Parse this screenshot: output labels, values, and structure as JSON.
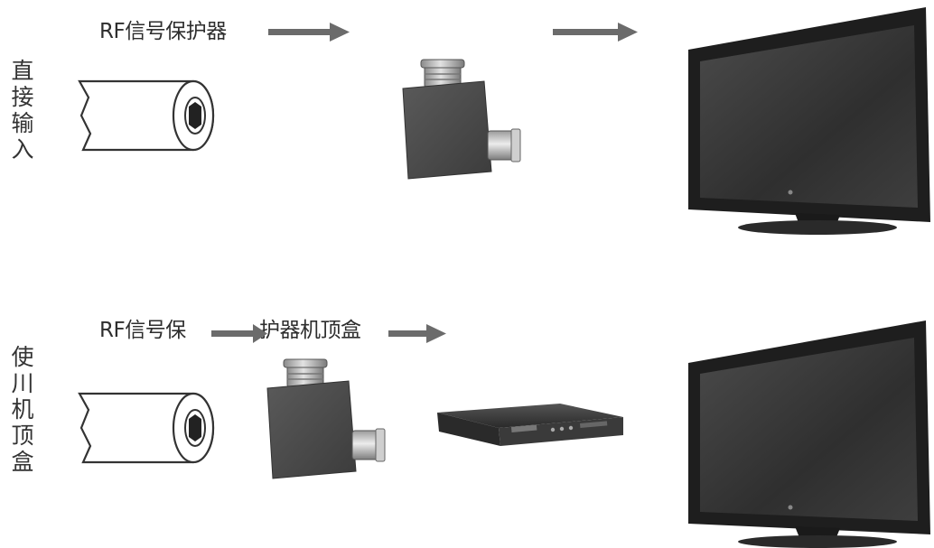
{
  "rows": [
    {
      "id": "direct",
      "side_label": [
        "直",
        "接",
        "输",
        "入"
      ],
      "caption": "RF信号保护器"
    },
    {
      "id": "stb",
      "side_label": [
        "使",
        "川",
        "机",
        "顶",
        "盒"
      ],
      "caption_a": "RF信号保",
      "caption_b": "护器机顶盒"
    }
  ],
  "colors": {
    "arrow": "#6b6b6b",
    "device": "#4a4a4a",
    "tv_frame": "#1e1e1e",
    "tv_screen": "#3a3a3a"
  }
}
